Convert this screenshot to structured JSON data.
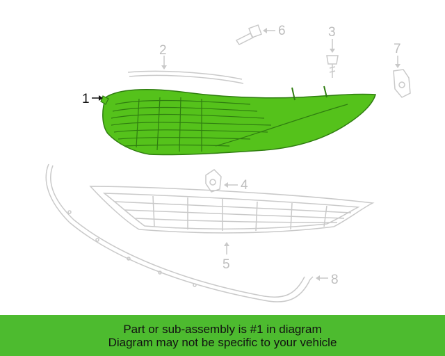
{
  "diagram": {
    "callouts": [
      "1",
      "2",
      "3",
      "4",
      "5",
      "6",
      "7",
      "8"
    ],
    "highlighted_part": "1",
    "colors": {
      "highlight": "#55c21b",
      "line": "#c9c9c9",
      "callout_active": "#111111",
      "banner": "#4dbb2f"
    }
  },
  "footer": {
    "line1": "Part or sub-assembly is #1 in diagram",
    "line2": "Diagram may not be specific to your vehicle"
  }
}
